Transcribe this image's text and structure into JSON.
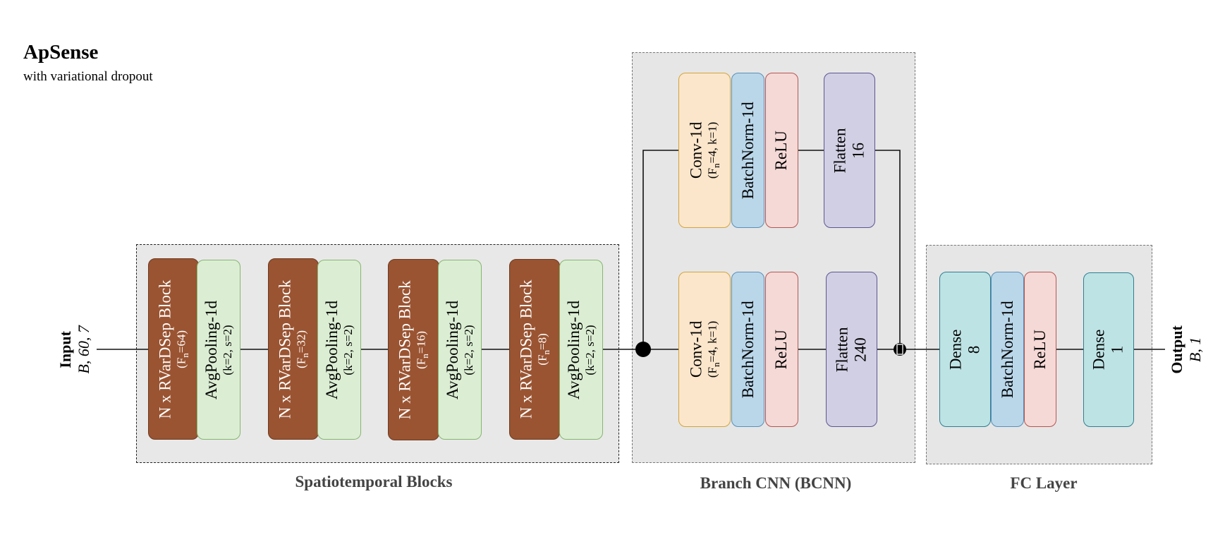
{
  "header": {
    "title": "ApSense",
    "subtitle": "with variational dropout"
  },
  "input": {
    "label": "Input",
    "shape": "B, 60, 7"
  },
  "output": {
    "label": "Output",
    "shape": "B, 1"
  },
  "groups": {
    "spatiotemporal": "Spatiotemporal Blocks",
    "bcnn": "Branch CNN (BCNN)",
    "fc": "FC Layer"
  },
  "spatiotemporal_blocks": [
    {
      "name": "N x RVarDSep Block",
      "param_prefix": "(F",
      "param_sub": "n",
      "param_suffix": "=64)",
      "pool": "AvgPooling-1d",
      "pool_params": "(k=2, s=2)"
    },
    {
      "name": "N x RVarDSep Block",
      "param_prefix": "(F",
      "param_sub": "n",
      "param_suffix": "=32)",
      "pool": "AvgPooling-1d",
      "pool_params": "(k=2, s=2)"
    },
    {
      "name": "N x RVarDSep Block",
      "param_prefix": "(F",
      "param_sub": "n",
      "param_suffix": "=16)",
      "pool": "AvgPooling-1d",
      "pool_params": "(k=2, s=2)"
    },
    {
      "name": "N x RVarDSep Block",
      "param_prefix": "(F",
      "param_sub": "n",
      "param_suffix": "=8)",
      "pool": "AvgPooling-1d",
      "pool_params": "(k=2, s=2)"
    }
  ],
  "bcnn": {
    "top": {
      "conv": "Conv-1d",
      "conv_prefix": "(F",
      "conv_sub": "n",
      "conv_suffix": "=4, k=1)",
      "bn": "BatchNorm-1d",
      "act": "ReLU",
      "flatten": "Flatten",
      "flatten_size": "16"
    },
    "bottom": {
      "conv": "Conv-1d",
      "conv_prefix": "(F",
      "conv_sub": "n",
      "conv_suffix": "=4, k=1)",
      "bn": "BatchNorm-1d",
      "act": "ReLU",
      "flatten": "Flatten",
      "flatten_size": "240"
    }
  },
  "fc": {
    "dense1": "Dense",
    "dense1_size": "8",
    "bn": "BatchNorm-1d",
    "act": "ReLU",
    "dense2": "Dense",
    "dense2_size": "1"
  },
  "colors": {
    "rvardsep": "#9a5432",
    "pooling": "#dbeed3",
    "conv": "#fce6cb",
    "batchnorm": "#bad7ea",
    "relu": "#f5d9d6",
    "flatten": "#d1cfe3",
    "dense": "#bee3e4"
  }
}
